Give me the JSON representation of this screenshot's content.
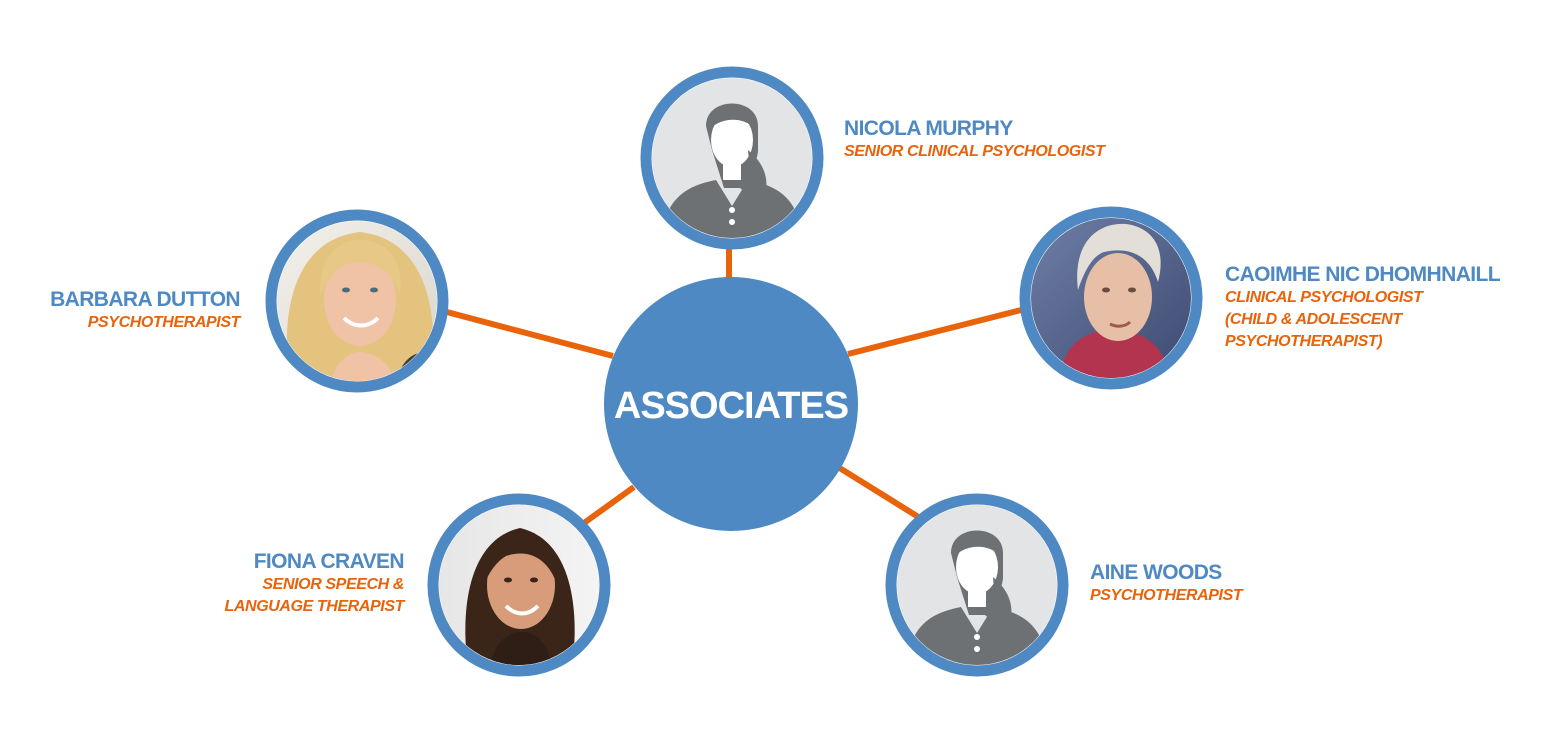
{
  "diagram": {
    "hub_label": "ASSOCIATES",
    "colors": {
      "brand_blue": "#4e89c3",
      "accent_orange": "#e8630a",
      "placeholder_grey": "#6e7174"
    },
    "people": [
      {
        "id": "nicola-murphy",
        "name": "NICOLA MURPHY",
        "role_lines": [
          "SENIOR CLINICAL PSYCHOLOGIST"
        ],
        "avatar": "placeholder-female-avatar-icon"
      },
      {
        "id": "caoimhe-nic-dhomhnaill",
        "name": "CAOIMHE NIC DHOMHNAILL",
        "role_lines": [
          "CLINICAL PSYCHOLOGIST",
          "(CHILD & ADOLESCENT",
          "PSYCHOTHERAPIST)"
        ],
        "avatar": "portrait-photo"
      },
      {
        "id": "aine-woods",
        "name": "AINE WOODS",
        "role_lines": [
          "PSYCHOTHERAPIST"
        ],
        "avatar": "placeholder-female-avatar-icon"
      },
      {
        "id": "fiona-craven",
        "name": "FIONA CRAVEN",
        "role_lines": [
          "SENIOR SPEECH &",
          "LANGUAGE THERAPIST"
        ],
        "avatar": "portrait-photo"
      },
      {
        "id": "barbara-dutton",
        "name": "BARBARA DUTTON",
        "role_lines": [
          "PSYCHOTHERAPIST"
        ],
        "avatar": "portrait-photo"
      }
    ]
  }
}
